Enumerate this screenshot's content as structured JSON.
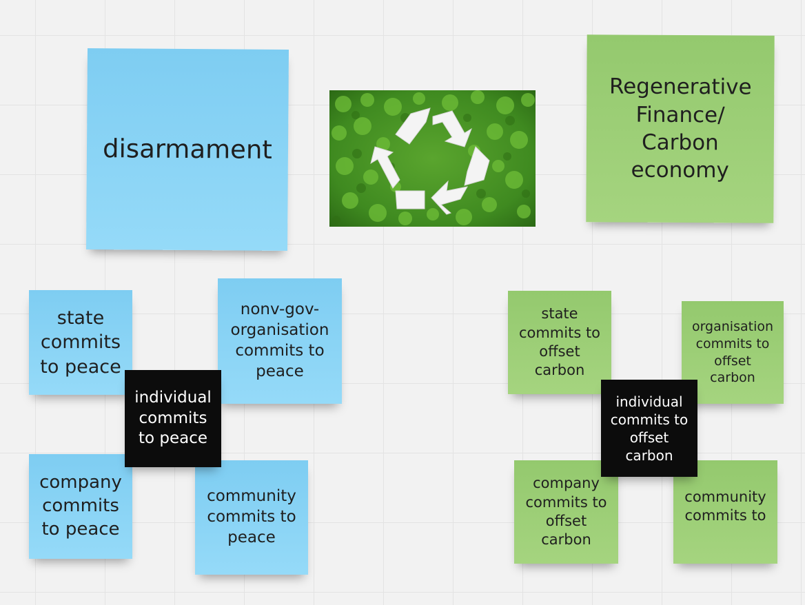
{
  "board": {
    "grid_color": "#e3e3e3",
    "background_color": "#f2f2f2"
  },
  "colors": {
    "blue_note": "#8ed6f6",
    "green_note": "#a0d17a",
    "black_note": "#0c0c0c"
  },
  "image": {
    "icon": "recycle-icon",
    "description": "moss-background"
  },
  "notes": {
    "disarmament": "disarmament",
    "regen": "Regenerative\nFinance/\nCarbon\neconomy",
    "peace_state": "state\ncommits\nto peace",
    "peace_ngo": "nonv-gov-\norganisation\ncommits to\npeace",
    "peace_individual": "individual\ncommits\nto peace",
    "peace_company": "company\ncommits\nto peace",
    "peace_community": "community\ncommits to\npeace",
    "carbon_state": "state\ncommits to\noffset\ncarbon",
    "carbon_org": "organisation\ncommits to\noffset\ncarbon",
    "carbon_individual": "individual\ncommits to\noffset\ncarbon",
    "carbon_company": "company\ncommits to\noffset\ncarbon",
    "carbon_community": "community\ncommits to"
  }
}
